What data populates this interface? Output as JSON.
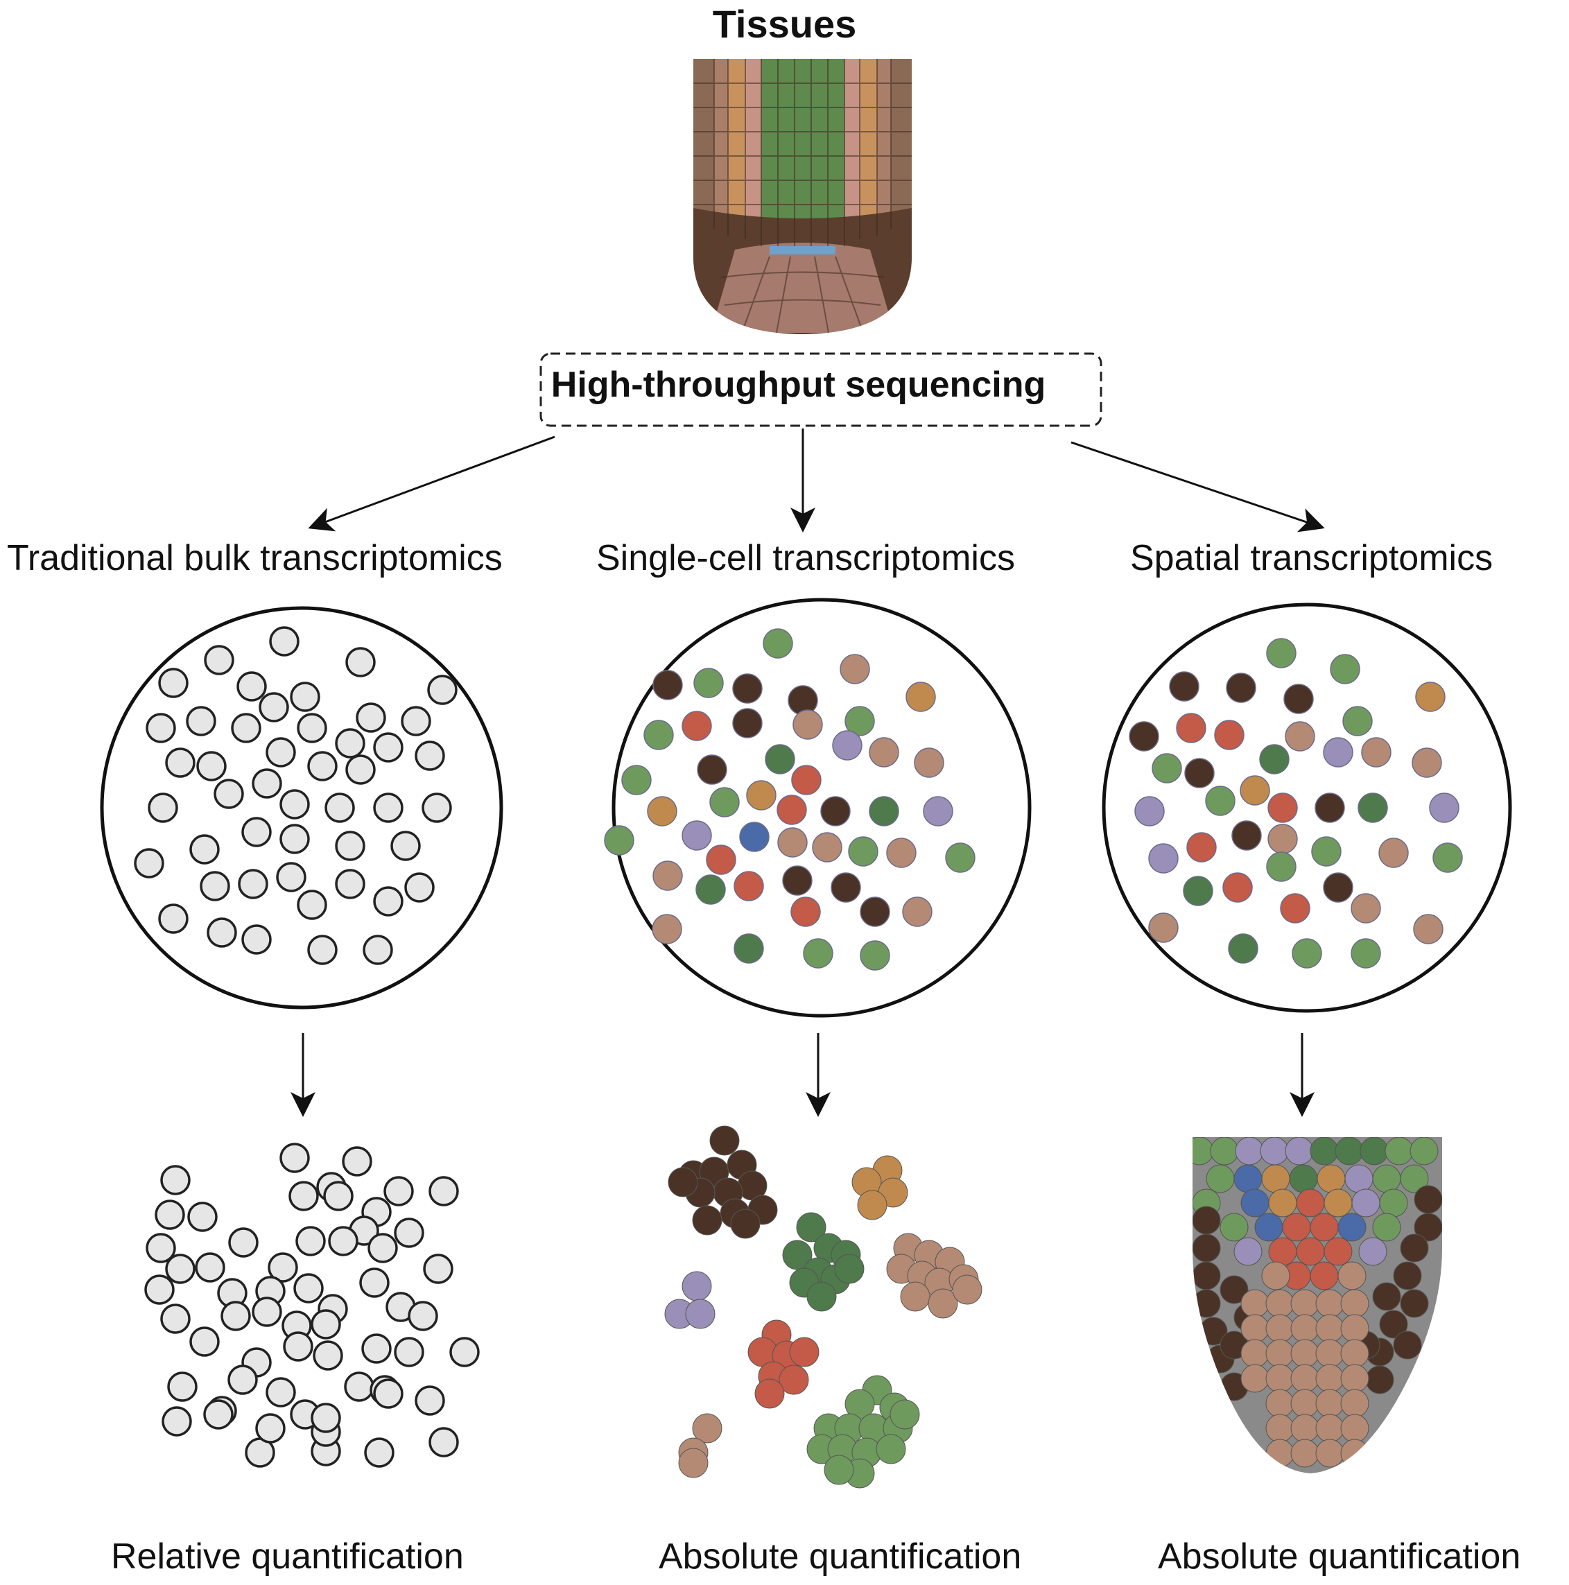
{
  "title": "Tissues",
  "sequencing_label": "High-throughput sequencing",
  "methods": [
    {
      "label": "Traditional bulk transcriptomics",
      "result": "Relative quantification"
    },
    {
      "label": "Single-cell transcriptomics",
      "result": "Absolute quantification"
    },
    {
      "label": "Spatial transcriptomics",
      "result": "Absolute quantification"
    }
  ],
  "colors": {
    "plain_cell": "#e6e6e6",
    "dark_brown": "#4a3326",
    "light_brown": "#b48a74",
    "green": "#6f9a5e",
    "dark_green": "#4f7a4c",
    "red": "#c45a48",
    "lavender": "#9a8fb8",
    "orange": "#c08a4e",
    "blue": "#4b6aa8",
    "gray_tissue": "#8a8a8a"
  }
}
